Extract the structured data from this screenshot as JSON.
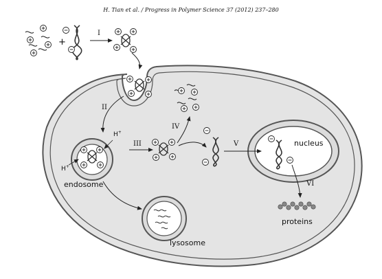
{
  "header": {
    "citation": "H. Tian et al. / Progress in Polymer Science 37 (2012) 237–280"
  },
  "labels": {
    "endosome": "endosome",
    "lysosome": "lysosome",
    "nucleus": "nucleus",
    "proteins": "proteins",
    "proton": "H",
    "proton_sup": "+"
  },
  "steps": {
    "I": "I",
    "II": "II",
    "III": "III",
    "IV": "IV",
    "V": "V",
    "VI": "VI"
  },
  "symbols": {
    "plus": "+",
    "minus": "−",
    "ch_plus": "+",
    "ch_minus": "−"
  }
}
